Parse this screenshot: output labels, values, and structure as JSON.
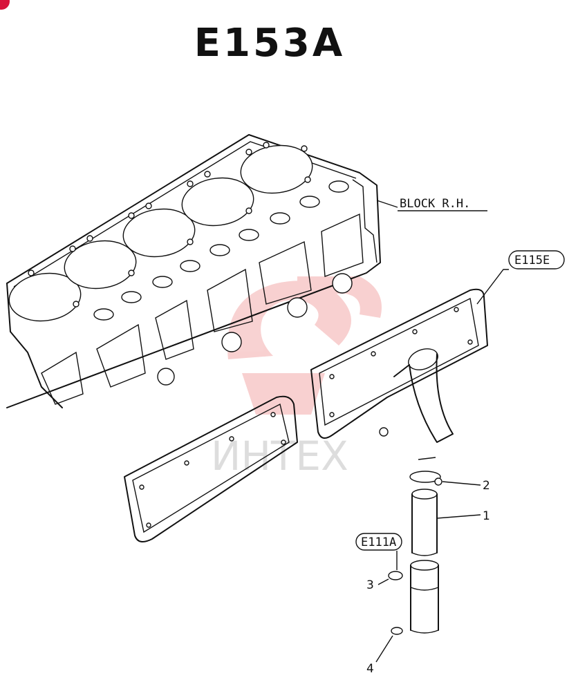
{
  "title": "E153A",
  "labels": {
    "block": "BLOCK R.H.",
    "ref_upper": "E115E",
    "ref_lower": "E111A",
    "callout_1": "1",
    "callout_2": "2",
    "callout_3": "3",
    "callout_4": "4"
  },
  "watermark": {
    "text": "ИНТЕХ",
    "color": "#e03030"
  },
  "colors": {
    "corner_mark": "#d8133a",
    "ink": "#111111"
  }
}
